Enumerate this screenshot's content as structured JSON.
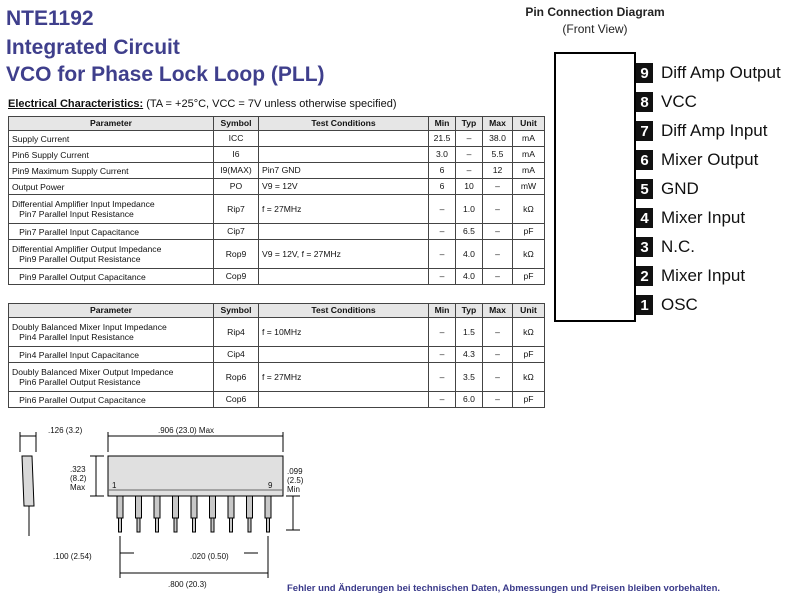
{
  "title": {
    "line1": "NTE1192",
    "line2": "Integrated Circuit",
    "line3": "VCO for Phase Lock Loop (PLL)"
  },
  "pin_diagram": {
    "title": "Pin Connection Diagram",
    "subtitle": "(Front View)",
    "pins": [
      {
        "num": "9",
        "label": "Diff Amp Output"
      },
      {
        "num": "8",
        "label": "VCC"
      },
      {
        "num": "7",
        "label": "Diff Amp Input"
      },
      {
        "num": "6",
        "label": "Mixer Output"
      },
      {
        "num": "5",
        "label": "GND"
      },
      {
        "num": "4",
        "label": "Mixer Input"
      },
      {
        "num": "3",
        "label": "N.C."
      },
      {
        "num": "2",
        "label": "Mixer Input"
      },
      {
        "num": "1",
        "label": "OSC"
      }
    ]
  },
  "electrical": {
    "heading": "Electrical Characteristics:",
    "conditions": "(TA = +25°C, VCC = 7V unless otherwise specified)",
    "headers": [
      "Parameter",
      "Symbol",
      "Test Conditions",
      "Min",
      "Typ",
      "Max",
      "Unit"
    ],
    "table1": [
      [
        "Supply Current",
        "ICC",
        "",
        "21.5",
        "–",
        "38.0",
        "mA"
      ],
      [
        "Pin6 Supply Current",
        "I6",
        "",
        "3.0",
        "–",
        "5.5",
        "mA"
      ],
      [
        "Pin9 Maximum Supply Current",
        "I9(MAX)",
        "Pin7 GND",
        "6",
        "–",
        "12",
        "mA"
      ],
      [
        "Output Power",
        "PO",
        "V9 = 12V",
        "6",
        "10",
        "–",
        "mW"
      ],
      [
        "Differential Amplifier Input Impedance\n   Pin7 Parallel Input Resistance",
        "Rip7",
        "f = 27MHz",
        "–",
        "1.0",
        "–",
        "kΩ"
      ],
      [
        "   Pin7 Parallel Input Capacitance",
        "Cip7",
        "",
        "–",
        "6.5",
        "–",
        "pF"
      ],
      [
        "Differential Amplifier Output Impedance\n   Pin9 Parallel Output Resistance",
        "Rop9",
        "V9 = 12V, f = 27MHz",
        "–",
        "4.0",
        "–",
        "kΩ"
      ],
      [
        "   Pin9 Parallel Output Capacitance",
        "Cop9",
        "",
        "–",
        "4.0",
        "–",
        "pF"
      ]
    ],
    "table2": [
      [
        "Doubly Balanced Mixer Input Impedance\n   Pin4 Parallel Input Resistance",
        "Rip4",
        "f = 10MHz",
        "–",
        "1.5",
        "–",
        "kΩ"
      ],
      [
        "   Pin4 Parallel Input Capacitance",
        "Cip4",
        "",
        "–",
        "4.3",
        "–",
        "pF"
      ],
      [
        "Doubly Balanced Mixer Output Impedance\n   Pin6 Parallel Output Resistance",
        "Rop6",
        "f = 27MHz",
        "–",
        "3.5",
        "–",
        "kΩ"
      ],
      [
        "   Pin6 Parallel Output Capacitance",
        "Cop6",
        "",
        "–",
        "6.0",
        "–",
        "pF"
      ]
    ]
  },
  "mechanical": {
    "dim_thickness": ".126 (3.2)",
    "dim_length": ".906 (23.0) Max",
    "dim_height_a": ".323",
    "dim_height_b": "(8.2)",
    "dim_height_c": "Max",
    "dim_lead_a": ".099",
    "dim_lead_b": "(2.5)",
    "dim_lead_c": "Min",
    "pin_first": "1",
    "pin_last": "9",
    "dim_pitch": ".100 (2.54)",
    "dim_lead_w": ".020 (0.50)",
    "dim_span": ".800 (20.3)"
  },
  "footnote": "Fehler und Änderungen bei technischen Daten, Abmessungen und Preisen bleiben vorbehalten.",
  "colors": {
    "title": "#3f3f8c",
    "footnote": "#3a3a8a"
  }
}
